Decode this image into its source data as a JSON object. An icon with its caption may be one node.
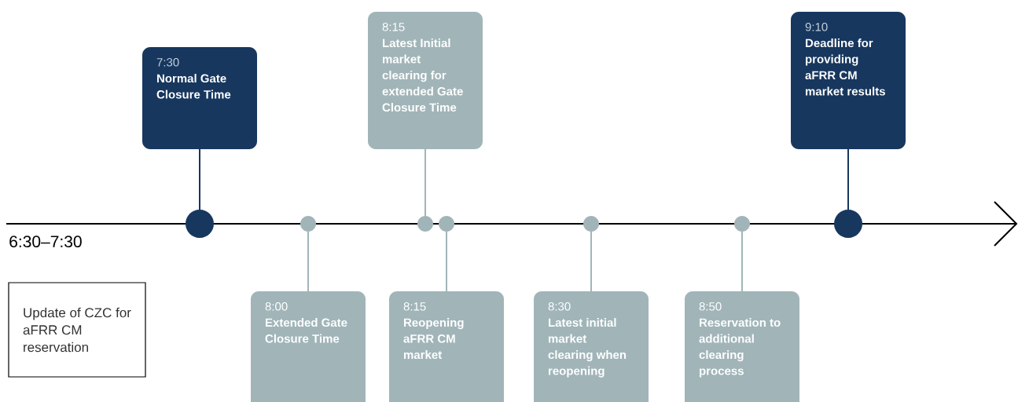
{
  "diagram": {
    "nodes": [
      {
        "text": [
          "7:30",
          "Normal Gate Closure Time"
        ]
      },
      {
        "text": [
          "8:15",
          "Latest Initial market clearing for extended Gate Closure Time"
        ]
      },
      {
        "text": [
          "9:10",
          "Deadline for providing aFRR CM market results"
        ]
      },
      {
        "text": [
          "8:00",
          "Extended Gate Closure Time"
        ]
      },
      {
        "text": [
          "8:15",
          "Reopening aFRR CM market"
        ]
      },
      {
        "text": [
          "8:30",
          "Latest initial market clearing when reopening"
        ]
      },
      {
        "text": [
          "8:50",
          "Reservation to additional clearing process"
        ]
      },
      {
        "text": [
          "Update of CZC for aFRR CM reservation"
        ]
      },
      {
        "text": [],
        "shape": "circle"
      },
      {
        "text": [],
        "shape": "circle"
      },
      {
        "text": [],
        "shape": "circle"
      },
      {
        "text": [],
        "shape": "circle"
      },
      {
        "text": [],
        "shape": "circle"
      },
      {
        "text": [],
        "shape": "circle"
      },
      {
        "text": [],
        "shape": "circle"
      }
    ],
    "edges": [
      {
        "from": 0,
        "to": 8,
        "arrow": "none",
        "color": "#17375e"
      },
      {
        "from": 1,
        "to": 10,
        "arrow": "none"
      },
      {
        "from": 2,
        "to": 14,
        "arrow": "none",
        "color": "#17375e"
      },
      {
        "from": 3,
        "to": 9,
        "arrow": "none"
      },
      {
        "from": 4,
        "to": 11,
        "arrow": "none"
      },
      {
        "from": 5,
        "to": 12,
        "arrow": "none"
      },
      {
        "from": 6,
        "to": 13,
        "arrow": "none"
      }
    ],
    "labels": [
      "6:30–7:30"
    ]
  }
}
